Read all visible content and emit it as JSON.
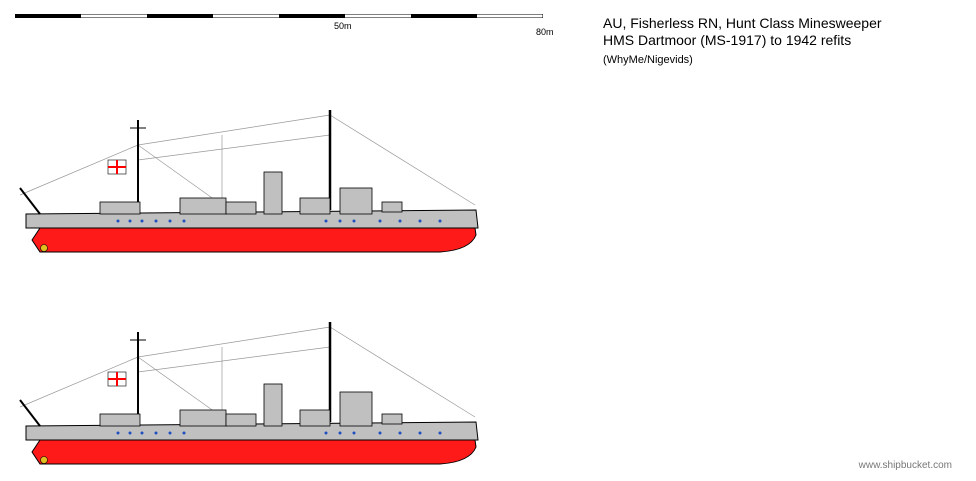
{
  "scale": {
    "label_mid": "50m",
    "label_end": "80m"
  },
  "title": {
    "line1": "AU, Fisherless RN, Hunt Class Minesweeper",
    "line2": "HMS Dartmoor (MS-1917) to 1942 refits",
    "credit": "(WhyMe/Nigevids)"
  },
  "colors": {
    "hull_upper": "#c0c0c0",
    "hull_lower": "#ff1a1a",
    "outline": "#000000",
    "ensign_cross": "#ff0000"
  },
  "footer": "www.shipbucket.com"
}
